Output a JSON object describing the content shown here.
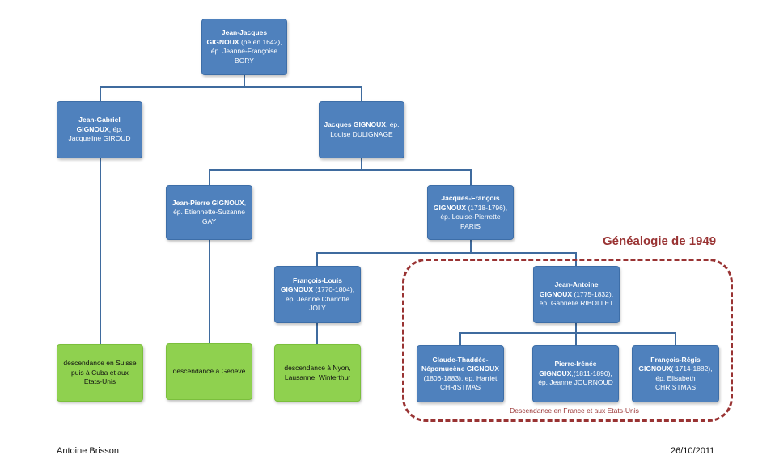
{
  "nodes": {
    "jean_jacques": {
      "name": "Jean-Jacques GIGNOUX",
      "rest": " (né en 1642), ép. Jeanne-Françoise BORY"
    },
    "jean_gabriel": {
      "name": "Jean-Gabriel GIGNOUX",
      "rest": ", ép. Jacqueline GIROUD"
    },
    "jacques": {
      "name": "Jacques GIGNOUX",
      "rest": ", ép. Louise DULIGNAGE"
    },
    "jean_pierre": {
      "name": "Jean-Pierre GIGNOUX",
      "rest": ", ép. Etiennette-Suzanne GAY"
    },
    "jacques_francois": {
      "name": "Jacques-François GIGNOUX",
      "rest": " (1718-1796), ép. Louise-Pierrette PARIS"
    },
    "francois_louis": {
      "name": "François-Louis GIGNOUX",
      "rest": " (1770-1804), ép. Jeanne Charlotte JOLY"
    },
    "jean_antoine": {
      "name": "Jean-Antoine GIGNOUX",
      "rest": " (1775-1832), ép. Gabrielle RIBOLLET"
    },
    "claude": {
      "name": "Claude-Thaddée-Népomucène GIGNOUX",
      "rest": " (1806-1883), ep. Harriet CHRISTMAS"
    },
    "pierre_irenee": {
      "name": "Pierre-Irénée GIGNOUX",
      "rest": ",(1811-1890),  ép. Jeanne JOURNOUD"
    },
    "francois_regis": {
      "name": "François-Régis GIGNOUX",
      "rest": "( 1714-1882), ép. Elisabeth CHRISTMAS"
    }
  },
  "descendants": {
    "suisse": "descendance en Suisse puis à Cuba et aux Etats-Unis",
    "geneve": "descendance à Genève",
    "nyon": "descendance à Nyon, Lausanne, Winterthur"
  },
  "genealogie_title": "Généalogie de 1949",
  "descendance_france": "Descendance en France et aux Etats-Unis",
  "footer": {
    "author": "Antoine Brisson",
    "date": "26/10/2011"
  },
  "colors": {
    "node_blue": "#4f81bd",
    "node_green": "#8fd14f",
    "connector": "#3f6b9e",
    "highlight_red": "#993333"
  }
}
